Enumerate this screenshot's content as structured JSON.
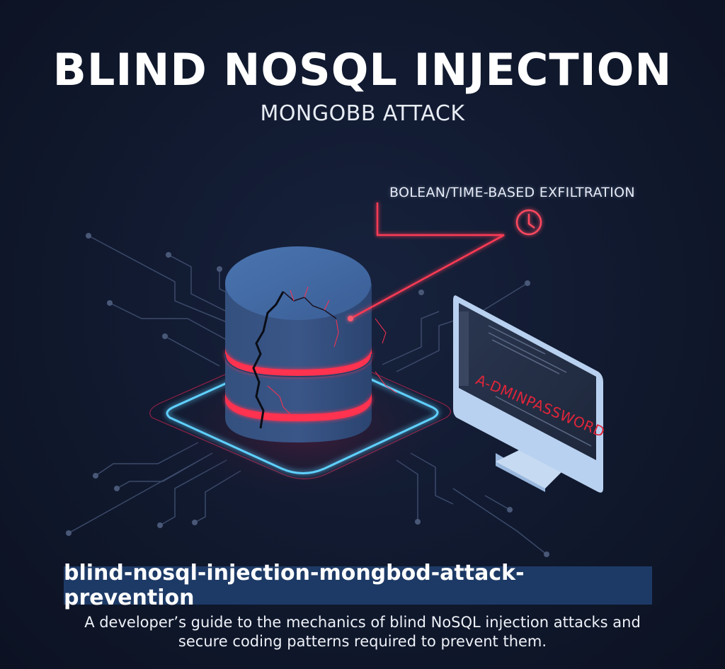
{
  "header": {
    "title": "BLIND NOSQL INJECTION",
    "subtitle": "MONGOBB ATTACK"
  },
  "illustration": {
    "callout_label": "BOLEAN/TIME-BASED EXFILTRATION",
    "callout_icon": "clock-icon",
    "database_icon": "cracked-database-cylinder",
    "monitor_screen_text": "A-DMINPASSWORD",
    "colors": {
      "background": "#111a30",
      "neon_red": "#ff3b55",
      "neon_blue": "#5fd0ff",
      "cylinder": "#3f6298",
      "monitor_frame": "#b9d1f0"
    }
  },
  "footer": {
    "slug": "blind-nosql-injection-mongbod-attack-prevention",
    "description_line1": "A developer’s guide to the mechanics of blind NoSQL injection attacks and",
    "description_line2": "secure coding patterns required to prevent them.",
    "slug_bar_color": "#1d3a66"
  }
}
